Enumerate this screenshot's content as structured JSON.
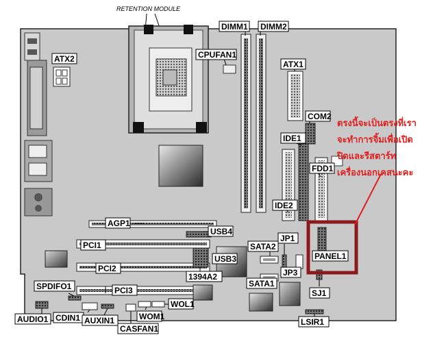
{
  "title": "RETENTION MODULE",
  "labels": {
    "dimm1": "DIMM1",
    "dimm2": "DIMM2",
    "atx2": "ATX2",
    "cpufan1": "CPUFAN1",
    "atx1": "ATX1",
    "com2": "COM2",
    "ide1": "IDE1",
    "fdd1": "FDD1",
    "ide2": "IDE2",
    "agp1": "AGP1",
    "usb4": "USB4",
    "panel1": "PANEL1",
    "pci1": "PCI1",
    "sata2": "SATA2",
    "jp1": "JP1",
    "usb3": "USB3",
    "pci2": "PCI2",
    "jp3": "JP3",
    "n1394a2": "1394A2",
    "sata1": "SATA1",
    "pci3": "PCI3",
    "sj1": "SJ1",
    "spdifo1": "SPDIFO1",
    "wol1": "WOL1",
    "audio1": "AUDIO1",
    "cdin1": "CDIN1",
    "auxin1": "AUXIN1",
    "wom1": "WOM1",
    "casfan1": "CASFAN1",
    "lsir1": "LSIR1"
  },
  "annotation": {
    "lines": [
      "ตรงนี้จะเป็นตรงที่เรา",
      "จะทำการจิ้มเพื่อเปิด",
      "ปิดและรีสตาร์ท",
      "เครื่องนอกเคสนะคะ"
    ],
    "color": "#e0201e",
    "box_color": "#8b1a1a"
  }
}
